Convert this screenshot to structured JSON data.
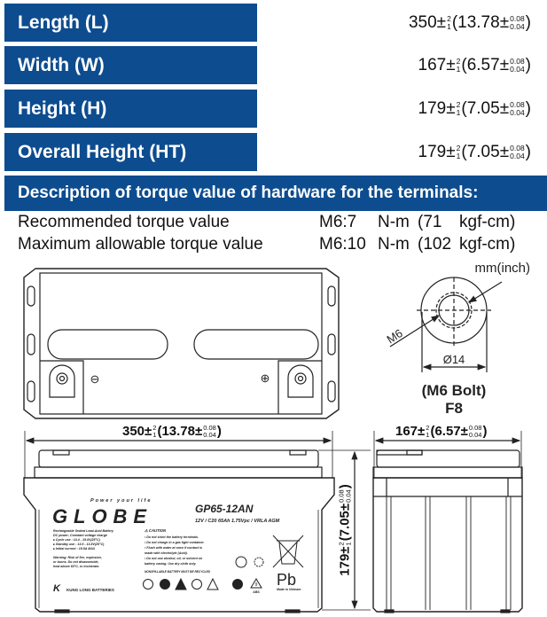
{
  "symbols": {
    "pm": "±",
    "open": "(",
    "close": ")"
  },
  "dimensions": [
    {
      "label": "Length (L)",
      "nominal": "350",
      "tol_up": "2",
      "tol_low": "1",
      "inch": "13.78",
      "inch_up": "0.08",
      "inch_low": "0.04"
    },
    {
      "label": "Width (W)",
      "nominal": "167",
      "tol_up": "2",
      "tol_low": "1",
      "inch": "6.57",
      "inch_up": "0.08",
      "inch_low": "0.04"
    },
    {
      "label": "Height (H)",
      "nominal": "179",
      "tol_up": "2",
      "tol_low": "1",
      "inch": "7.05",
      "inch_up": "0.08",
      "inch_low": "0.04"
    },
    {
      "label": "Overall Height (HT)",
      "nominal": "179",
      "tol_up": "2",
      "tol_low": "1",
      "inch": "7.05",
      "inch_up": "0.08",
      "inch_low": "0.04"
    }
  ],
  "torque": {
    "heading": "Description of torque value of hardware for the terminals:",
    "rows": [
      {
        "label": "Recommended torque value",
        "bolt": "M6:7",
        "unit1": "N-m",
        "open": "(71",
        "unit2": "kgf-cm)"
      },
      {
        "label": "Maximum allowable torque value",
        "bolt": "M6:10",
        "unit1": "N-m",
        "open": "(102",
        "unit2": "kgf-cm)"
      }
    ]
  },
  "terminal": {
    "units": "mm(inch)",
    "thread": "M6",
    "diameter": "Ø14",
    "bolt": "(M6 Bolt)",
    "code": "F8"
  },
  "top_view": {
    "negative": "⊖",
    "positive": "⊕"
  },
  "battery_label": {
    "tagline": "Power your life",
    "brand": "GLOBE",
    "model": "GP65-12AN",
    "rating": "12V / C20 65Ah 1.75Vpc / VRLA AGM",
    "specs": [
      "Rechargeable Sealed Lead-Acid Battery",
      "DC power; Constant voltage charge",
      "▸ Cycle use     : 14.4 - 15.0V(25°C)",
      "▸ Standby use   : 13.5 - 13.8V(25°C)",
      "▸ Initial current : 19.5A MAX"
    ],
    "warning": [
      "Warning: Risk of fire, explosion,",
      "or burns. Do not disassemble,",
      "heat above 60°C, or incinerate."
    ],
    "caution_title": "⚠ CAUTION",
    "caution": [
      "• Do not short the battery terminals.",
      "• Do not charge in a gas tight container.",
      "• Flush with water at once if contact is",
      "  made with electrolyte (Acid).",
      "• Do not use alcohol, oil, or solvent on",
      "  battery casing. Use dry cloth only."
    ],
    "recycle_note": "NONSPILLABLE BATTERY MUST BE RECYCLED",
    "maker": "KUNG LONG BATTERIES",
    "pb": "Pb",
    "origin": "Made in Vietnam",
    "abs_num": "9",
    "abs": "ABS"
  },
  "colors": {
    "header_blue": "#0d4c8f",
    "line": "#222222"
  }
}
